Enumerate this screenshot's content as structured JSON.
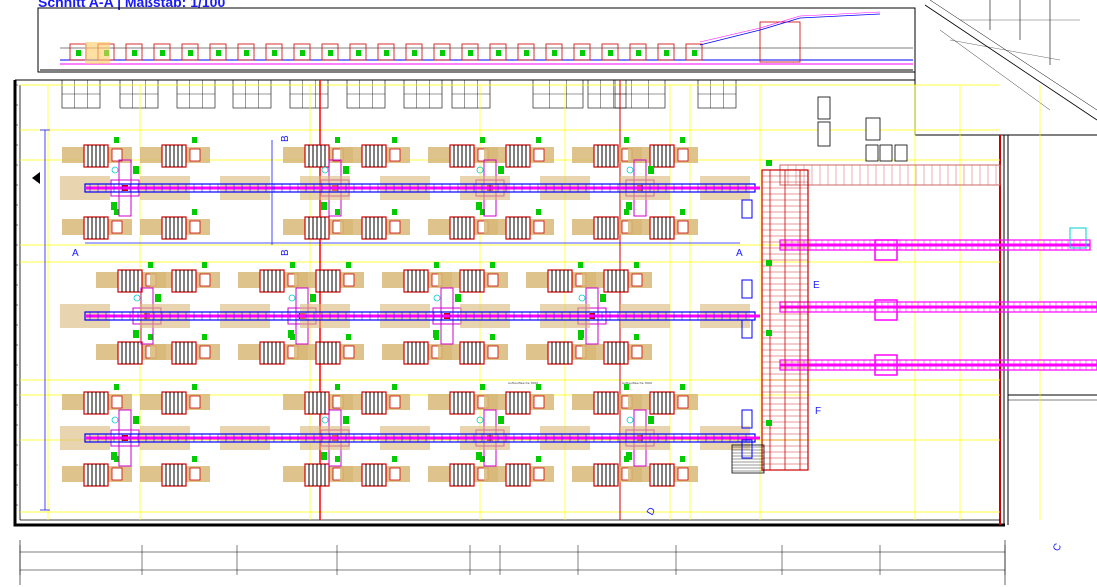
{
  "header": {
    "section_title": "Schnitt A-A | Maßstab: 1/100"
  },
  "markers": {
    "a_left": "A",
    "a_right": "A",
    "b_top": "B",
    "b_bottom": "B",
    "c": "C",
    "d": "D",
    "e": "E",
    "f": "F"
  },
  "annotations": {
    "rack_note_1": "Aufbauflaeche 3000",
    "rack_note_2": "Aufbauflaeche 3000"
  },
  "colors": {
    "wall": "#000000",
    "grid": "#ffff00",
    "conveyor": "#ff00ff",
    "conveyor_blue": "#0000ff",
    "pallet": "#d8b878",
    "machine": "#cc0000",
    "sensor": "#00cc00",
    "column_line": "#ff0000",
    "dim_line": "#1a1aff",
    "cyan": "#00cccc"
  }
}
